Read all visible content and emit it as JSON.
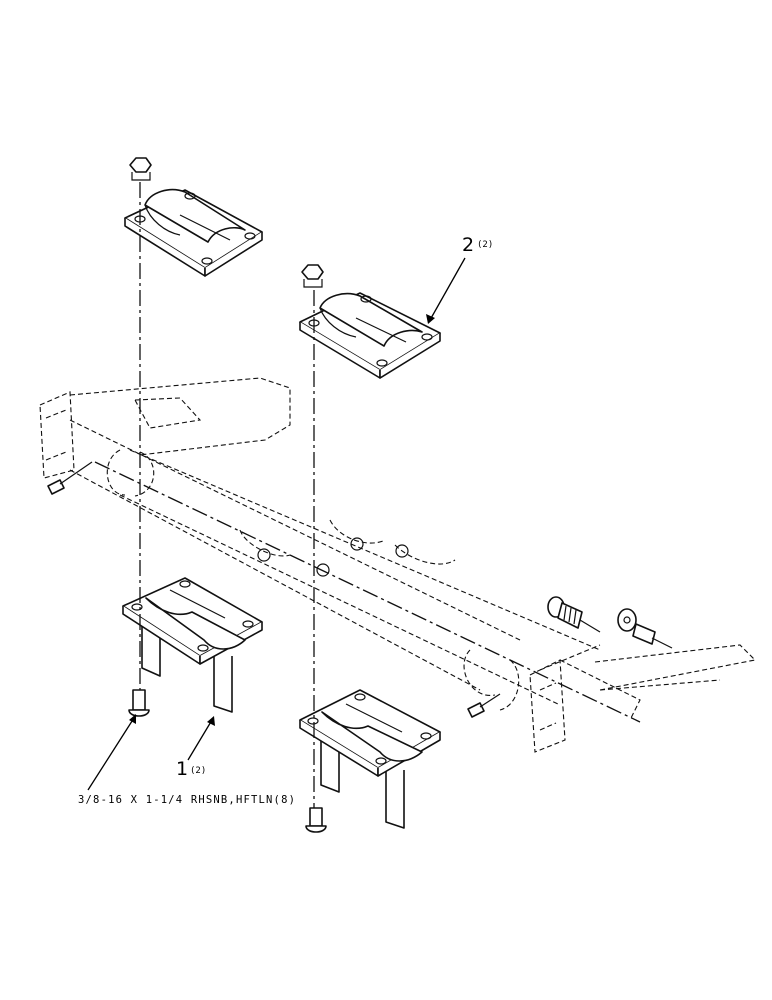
{
  "callouts": [
    {
      "number": "1",
      "quantity": "(2)"
    },
    {
      "number": "2",
      "quantity": "(2)"
    }
  ],
  "hardware_label": "3/8-16 X 1-1/4 RHSNB,HFTLN(8)"
}
